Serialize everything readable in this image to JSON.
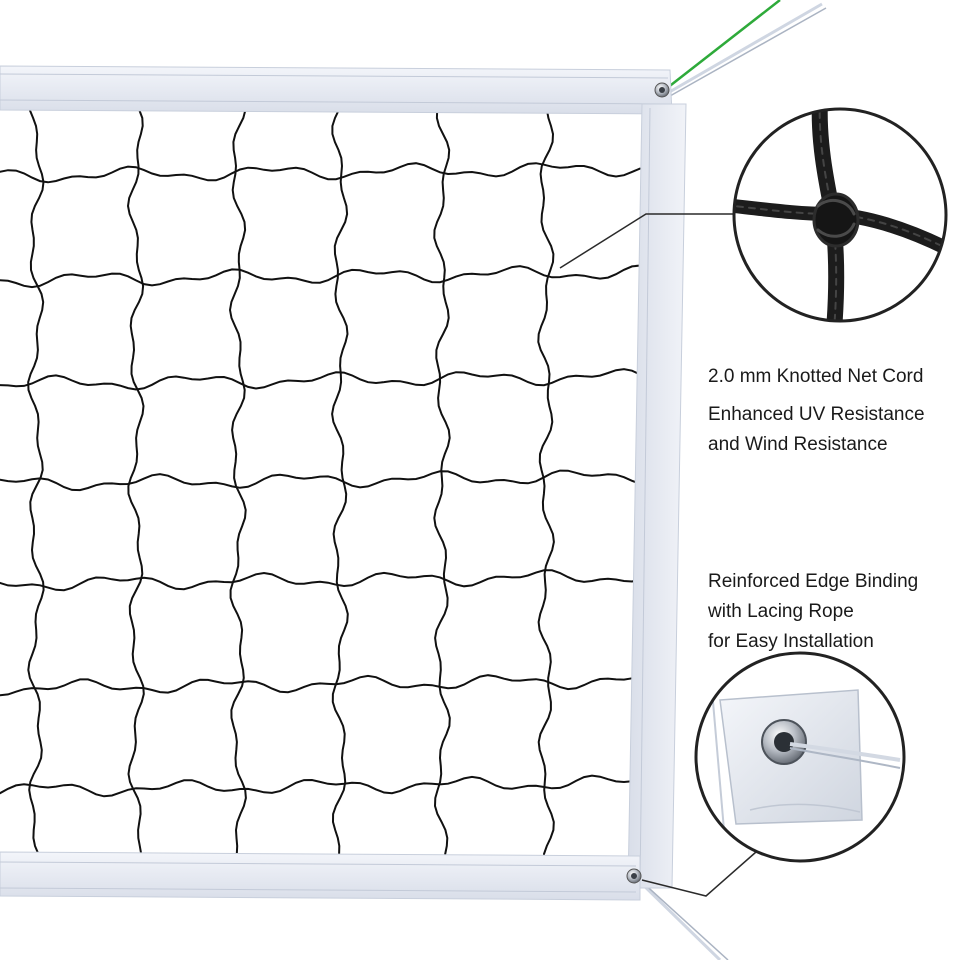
{
  "captions": {
    "net_cord": "2.0 mm Knotted Net Cord",
    "uv_line1": "Enhanced UV Resistance",
    "uv_line2": "and Wind Resistance",
    "edge_line1": "Reinforced Edge Binding",
    "edge_line2": "with Lacing Rope",
    "edge_line3": "for Easy Installation"
  },
  "colors": {
    "background": "#ffffff",
    "border_tape": "#e4e8f1",
    "net_cord": "#111111",
    "green_string": "#2eaa3a",
    "callout_line": "#2a2a2a",
    "caption_text": "#1a1a1a"
  },
  "callouts": [
    {
      "name": "knot-detail",
      "icon": "knot-closeup-icon"
    },
    {
      "name": "grommet-detail",
      "icon": "grommet-closeup-icon"
    }
  ]
}
